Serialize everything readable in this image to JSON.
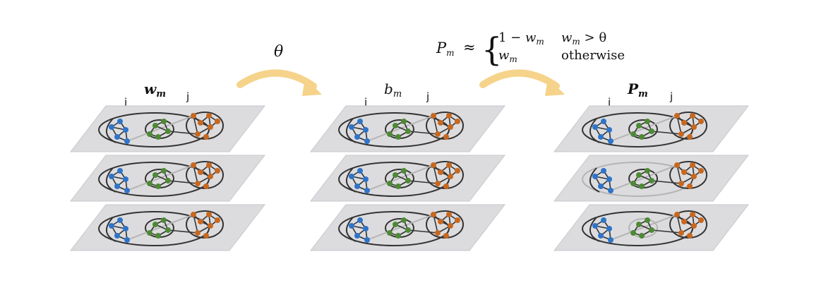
{
  "panels": [
    {
      "label_main": "w",
      "label_sub": "m",
      "bold": true,
      "node_i": "i",
      "node_j": "j"
    },
    {
      "label_main": "b",
      "label_sub": "m",
      "bold": false,
      "node_i": "i",
      "node_j": "j"
    },
    {
      "label_main": "P",
      "label_sub": "m",
      "bold": true,
      "node_i": "i",
      "node_j": "j"
    }
  ],
  "arrows": [
    {
      "label": "θ"
    },
    {
      "label": ""
    }
  ],
  "formula": {
    "lhs_main": "P",
    "lhs_sub": "m",
    "approx": "≈",
    "case1_expr_prefix": "1 − ",
    "case1_expr_main": "w",
    "case1_expr_sub": "m",
    "case1_cond_main": "w",
    "case1_cond_sub": "m",
    "case1_cond_suffix": " > θ",
    "case2_expr_main": "w",
    "case2_expr_sub": "m",
    "case2_cond": "otherwise"
  },
  "colors": {
    "plane": "#dcdcdf",
    "plane_edge": "#c8c8cc",
    "edge": "#333333",
    "faint_edge": "#b4b4b4",
    "blue": "#2e74c9",
    "green": "#4e8a35",
    "orange": "#c8681f",
    "arrow": "#f6d38a"
  }
}
